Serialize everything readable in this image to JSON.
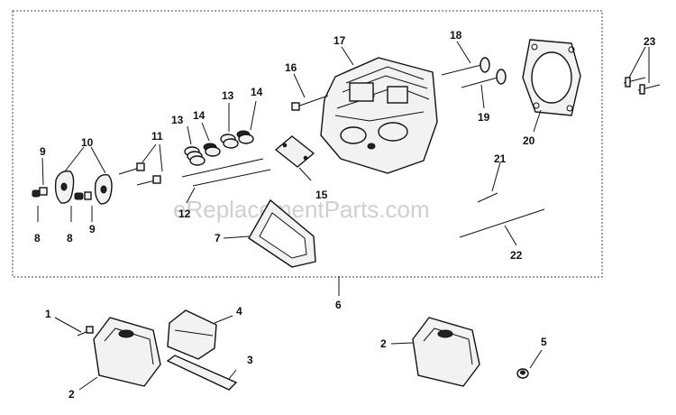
{
  "watermark": "eReplacementParts.com",
  "callouts": {
    "c1": "1",
    "c2a": "2",
    "c2b": "2",
    "c3": "3",
    "c4": "4",
    "c5": "5",
    "c6": "6",
    "c7": "7",
    "c8a": "8",
    "c8b": "8",
    "c9a": "9",
    "c9b": "9",
    "c10": "10",
    "c11": "11",
    "c12": "12",
    "c13a": "13",
    "c13b": "13",
    "c14a": "14",
    "c14b": "14",
    "c15": "15",
    "c16": "16",
    "c17": "17",
    "c18": "18",
    "c19": "19",
    "c20": "20",
    "c21": "21",
    "c22": "22",
    "c23": "23"
  }
}
